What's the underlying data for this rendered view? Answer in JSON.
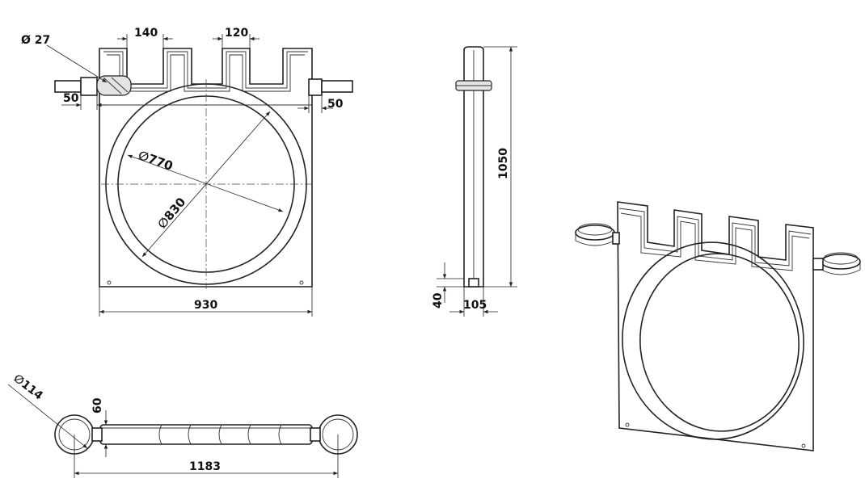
{
  "dimensions": {
    "pin_diameter": "Ø 27",
    "merlon_width": "140",
    "gap_width": "120",
    "pin_left_length": "50",
    "pin_right_length": "50",
    "inner_diameter": "∅770",
    "outer_diameter": "∅830",
    "plate_width": "930",
    "height": "1050",
    "base_height": "40",
    "thickness": "105",
    "ring_diameter": "∅114",
    "bar_thickness": "60",
    "overall_length": "1183"
  }
}
